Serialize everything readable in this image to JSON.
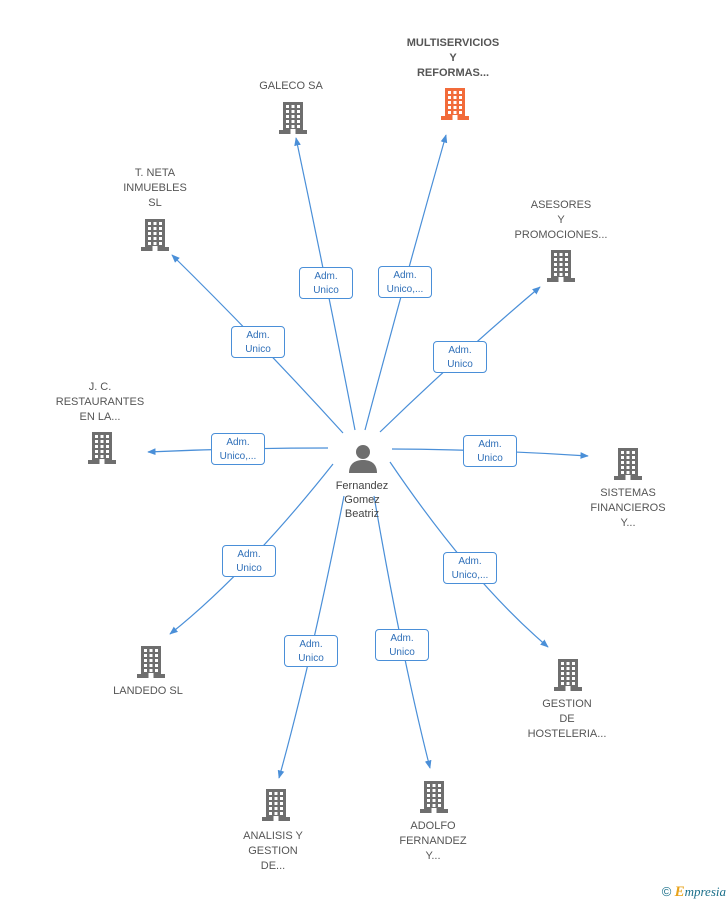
{
  "center": {
    "name_lines": [
      "Fernandez",
      "Gomez",
      "Beatriz"
    ],
    "icon": "person-icon"
  },
  "companies": [
    {
      "id": "multiservicios",
      "lines": [
        "MULTISERVICIOS",
        "Y",
        "REFORMAS..."
      ],
      "highlight": true,
      "color": "#f26b3a",
      "edge_label": [
        "Adm.",
        "Unico,..."
      ]
    },
    {
      "id": "galeco",
      "lines": [
        "GALECO SA"
      ],
      "highlight": false,
      "color": "#6e6e6e",
      "edge_label": [
        "Adm.",
        "Unico"
      ]
    },
    {
      "id": "tneta",
      "lines": [
        "T.  NETA",
        "INMUEBLES",
        "SL"
      ],
      "highlight": false,
      "color": "#6e6e6e",
      "edge_label": [
        "Adm.",
        "Unico"
      ]
    },
    {
      "id": "asesores",
      "lines": [
        "ASESORES",
        "Y",
        "PROMOCIONES..."
      ],
      "highlight": false,
      "color": "#6e6e6e",
      "edge_label": [
        "Adm.",
        "Unico"
      ]
    },
    {
      "id": "jc",
      "lines": [
        "J. C.",
        "RESTAURANTES",
        "EN LA..."
      ],
      "highlight": false,
      "color": "#6e6e6e",
      "edge_label": [
        "Adm.",
        "Unico,..."
      ]
    },
    {
      "id": "sistemas",
      "lines": [
        "SISTEMAS",
        "FINANCIEROS",
        "Y..."
      ],
      "highlight": false,
      "color": "#6e6e6e",
      "edge_label": [
        "Adm.",
        "Unico"
      ]
    },
    {
      "id": "landedo",
      "lines": [
        "LANDEDO  SL"
      ],
      "highlight": false,
      "color": "#6e6e6e",
      "edge_label": [
        "Adm.",
        "Unico"
      ]
    },
    {
      "id": "gestion",
      "lines": [
        "GESTION",
        "DE",
        "HOSTELERIA..."
      ],
      "highlight": false,
      "color": "#6e6e6e",
      "edge_label": [
        "Adm.",
        "Unico,..."
      ]
    },
    {
      "id": "analisis",
      "lines": [
        "ANALISIS Y",
        "GESTION",
        "DE..."
      ],
      "highlight": false,
      "color": "#6e6e6e",
      "edge_label": [
        "Adm.",
        "Unico"
      ]
    },
    {
      "id": "adolfo",
      "lines": [
        "ADOLFO",
        "FERNANDEZ",
        "Y..."
      ],
      "highlight": false,
      "color": "#6e6e6e",
      "edge_label": [
        "Adm.",
        "Unico"
      ]
    }
  ],
  "colors": {
    "edge": "#4a8fd8",
    "building": "#6e6e6e",
    "highlight": "#f26b3a",
    "person": "#6e6e6e"
  },
  "brand": {
    "symbol": "©",
    "initial": "E",
    "text": "mpresia"
  }
}
